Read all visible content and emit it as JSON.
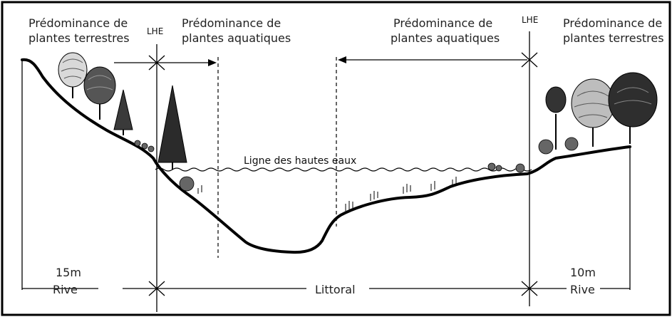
{
  "labels": {
    "terrestrial_left_line1": "Prédominance de",
    "terrestrial_left_line2": "plantes terrestres",
    "lhe_left": "LHE",
    "aquatic_left_line1": "Prédominance de",
    "aquatic_left_line2": "plantes  aquatiques",
    "aquatic_right_line1": "Prédominance de",
    "aquatic_right_line2": "plantes aquatiques",
    "lhe_right": "LHE",
    "terrestrial_right_line1": "Prédominance de",
    "terrestrial_right_line2": "plantes terrestres",
    "high_water_line": "Ligne des hautes eaux",
    "rive_left_width": "15m",
    "rive_left": "Rive",
    "littoral": "Littoral",
    "rive_right_width": "10m",
    "rive_right": "Rive"
  },
  "icons": {
    "tree": "tree-icon",
    "conifer": "conifer-icon",
    "water": "water-line-icon",
    "plant": "aquatic-plant-icon"
  },
  "colors": {
    "ink": "#111111",
    "text": "#222222",
    "frame": "#000000",
    "background": "#ffffff"
  }
}
